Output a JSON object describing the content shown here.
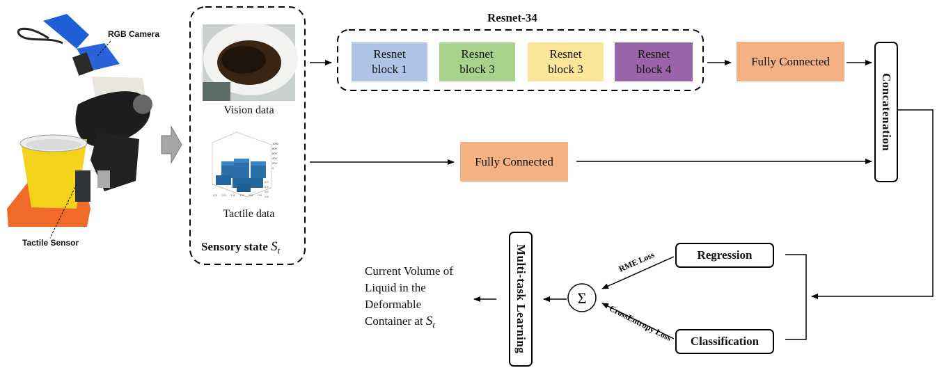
{
  "robot": {
    "rgb_camera_label": "RGB Camera",
    "tactile_sensor_label": "Tactile Sensor"
  },
  "sensory": {
    "vision_caption": "Vision data",
    "tactile_caption": "Tactile data",
    "state_label": "Sensory state",
    "state_symbol": "S",
    "state_subscript": "t"
  },
  "resnet": {
    "title": "Resnet-34",
    "blocks": [
      {
        "line1": "Resnet",
        "line2": "block 1",
        "color": "#afc3e6"
      },
      {
        "line1": "Resnet",
        "line2": "block 3",
        "color": "#a7d18c"
      },
      {
        "line1": "Resnet",
        "line2": "block 3",
        "color": "#fde59a"
      },
      {
        "line1": "Resnet",
        "line2": "block 4",
        "color": "#9c64a8"
      }
    ]
  },
  "fc_top": {
    "label": "Fully Connected",
    "color": "#f4b183"
  },
  "fc_bottom": {
    "label": "Fully Connected",
    "color": "#f4b183"
  },
  "concat": {
    "label": "Concatenation"
  },
  "regression": {
    "label": "Regression"
  },
  "classification": {
    "label": "Classification"
  },
  "loss": {
    "rme": "RME Loss",
    "ce": "CrossEntropy Loss"
  },
  "sum": {
    "symbol": "Σ"
  },
  "mtl": {
    "label": "Multi-task Learning"
  },
  "output": {
    "lines": [
      "Current Volume of",
      "Liquid in the",
      "Deformable",
      "Container at"
    ],
    "symbol": "S",
    "subscript": "t"
  },
  "tactile_plot": {
    "z_ticks": [
      "1000",
      "800",
      "600",
      "400",
      "200",
      "0"
    ],
    "x_ticks": [
      "2.5",
      "2.0",
      "1.5",
      "1.0",
      "0.5",
      "0.0"
    ],
    "y_ticks": [
      "0.0",
      "0.5",
      "1.0",
      "1.5"
    ]
  }
}
